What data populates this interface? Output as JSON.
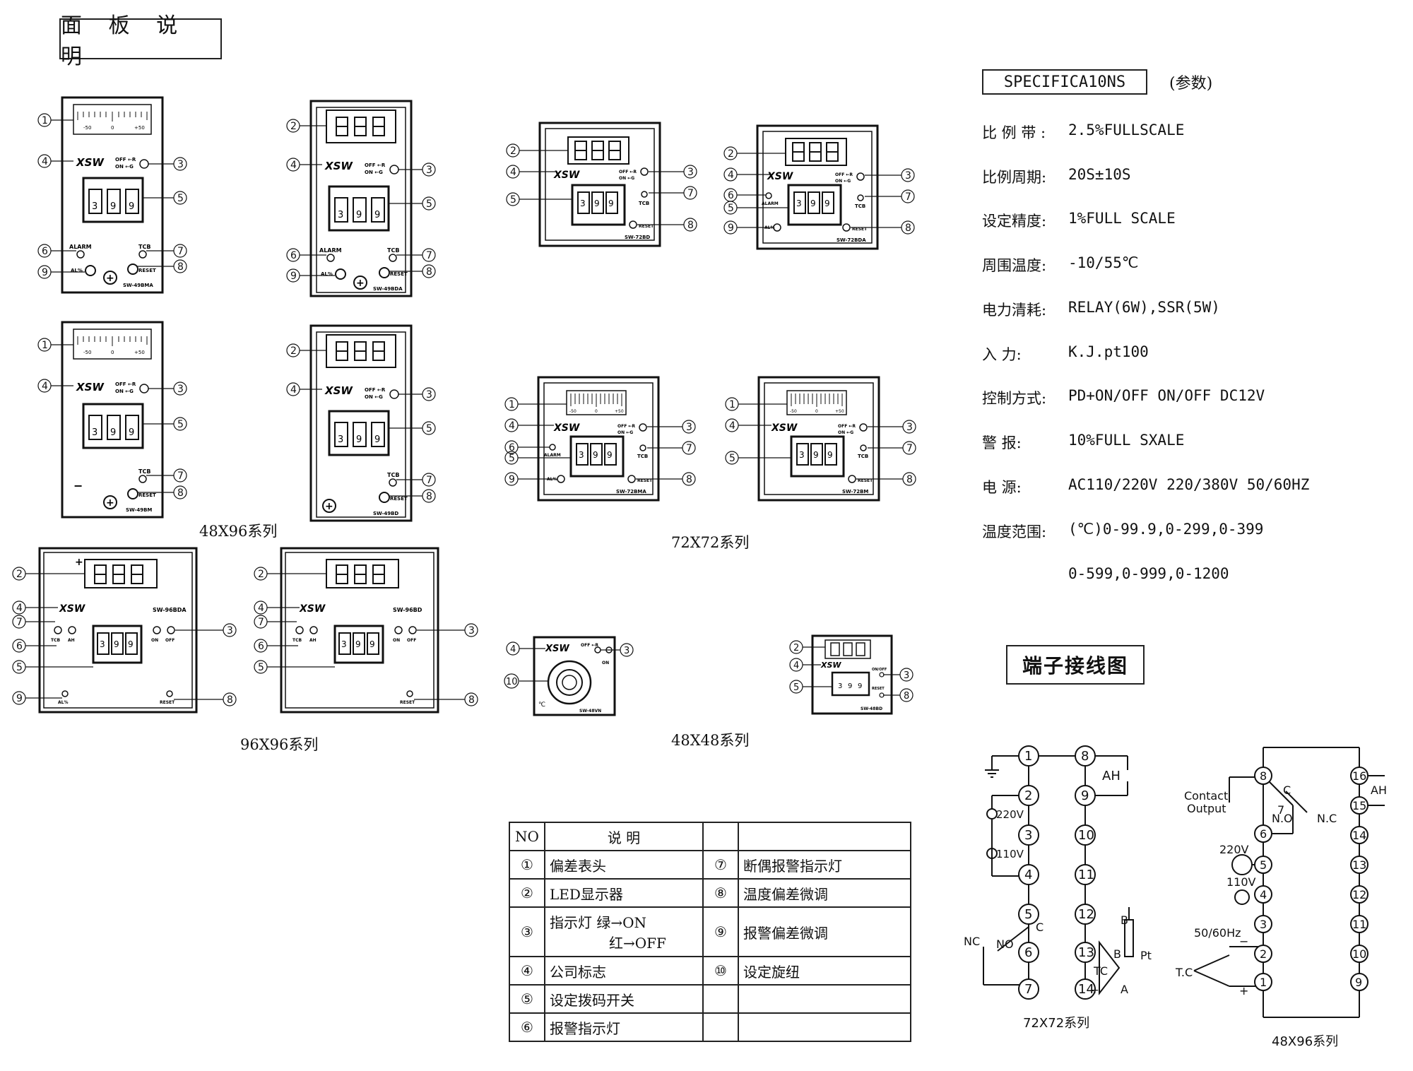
{
  "page_title": "面 板 说 明",
  "spec": {
    "heading": "SPECIFICA10NS",
    "heading_note": "(参数)",
    "rows": [
      {
        "k": "比 例 带 :",
        "v": "2.5%FULLSCALE"
      },
      {
        "k": "比例周期:",
        "v": "20S±10S"
      },
      {
        "k": "设定精度:",
        "v": "1%FULL SCALE"
      },
      {
        "k": "周围温度:",
        "v": "-10/55℃"
      },
      {
        "k": "电力清耗:",
        "v": "RELAY(6W),SSR(5W)"
      },
      {
        "k": "入      力:",
        "v": "K.J.pt100"
      },
      {
        "k": "控制方式:",
        "v": "PD+ON/OFF    ON/OFF    DC12V"
      },
      {
        "k": "警      报:",
        "v": "10%FULL SXALE"
      },
      {
        "k": "电      源:",
        "v": "AC110/220V 220/380V 50/60HZ"
      },
      {
        "k": "温度范围:",
        "v": "(℃)0-99.9,0-299,0-399"
      },
      {
        "k": "",
        "v": "0-599,0-999,0-1200"
      }
    ]
  },
  "series": {
    "s48x96": "48X96系列",
    "s72x72": "72X72系列",
    "s96x96": "96X96系列",
    "s48x48": "48X48系列",
    "wire_72": "72X72系列",
    "wire_48": "48X96系列"
  },
  "terminal_title": "端子接线图",
  "panels": {
    "p1": {
      "model": "SW-49BMA"
    },
    "p2": {
      "model": "SW-49BDA"
    },
    "p3": {
      "model": "SW-49BM"
    },
    "p4": {
      "model": "SW-49BD"
    },
    "p5": {
      "model": "SW-72BD"
    },
    "p6": {
      "model": "SW-72BDA"
    },
    "p7": {
      "model": "SW-72BMA"
    },
    "p8": {
      "model": "SW-72BM"
    },
    "p9": {
      "model": "SW-96BDA"
    },
    "p10": {
      "model": "SW-96BD"
    },
    "p11": {
      "model": "SW-48VN"
    },
    "p12": {
      "model": "SW-48BD"
    }
  },
  "panel_labels": {
    "brand": "XSW",
    "digits": [
      "3",
      "9",
      "9"
    ],
    "off_r": "OFF ←R",
    "on_g": "ON ←G",
    "alarm": "ALARM",
    "tcb": "TCB",
    "reset": "RESET",
    "al": "AL%",
    "scale": [
      "-50",
      "0",
      "+50"
    ],
    "ah": "AH",
    "on": "ON",
    "off": "OFF",
    "onoff": "ON/OFF",
    "deg": "℃",
    "plus": "+",
    "minus": "−"
  },
  "legend": {
    "header_no": "NO",
    "header_desc": "说    明",
    "rows": [
      {
        "n1": "①",
        "d1": "偏差表头",
        "n2": "⑦",
        "d2": "断偶报警指示灯"
      },
      {
        "n1": "②",
        "d1": "LED显示器",
        "n2": "⑧",
        "d2": "温度偏差微调"
      },
      {
        "n1": "③",
        "d1": "指示灯    绿→ON",
        "d1b": "红→OFF",
        "n2": "⑨",
        "d2": "报警偏差微调"
      },
      {
        "n1": "④",
        "d1": "公司标志",
        "n2": "⑩",
        "d2": "设定旋纽"
      },
      {
        "n1": "⑤",
        "d1": "设定拨码开关",
        "n2": "",
        "d2": ""
      },
      {
        "n1": "⑥",
        "d1": "报警指示灯",
        "n2": "",
        "d2": ""
      }
    ]
  },
  "wiring": {
    "w72": {
      "left_terms": [
        "1",
        "2",
        "3",
        "4",
        "5",
        "6",
        "7"
      ],
      "right_terms": [
        "8",
        "9",
        "10",
        "11",
        "12",
        "13",
        "14"
      ],
      "v220": "220V",
      "v110": "110V",
      "ah": "AH",
      "nc": "NC",
      "c": "C",
      "no": "NO",
      "tc": "TC",
      "pt": "Pt",
      "b1": "B",
      "b2": "B",
      "a": "A",
      "plus": "+"
    },
    "w48": {
      "left_terms": [
        "8",
        "7",
        "6",
        "5",
        "4",
        "3",
        "2",
        "1"
      ],
      "right_terms": [
        "16",
        "15",
        "14",
        "13",
        "12",
        "11",
        "10",
        "9"
      ],
      "contact": "Contact",
      "output": "Output",
      "c": "C",
      "no": "N.O",
      "nc": "N.C",
      "ah": "AH",
      "v220": "220V",
      "v110": "110V",
      "hz": "50/60Hz",
      "tc": "T.C",
      "minus": "−",
      "plus": "+"
    }
  }
}
